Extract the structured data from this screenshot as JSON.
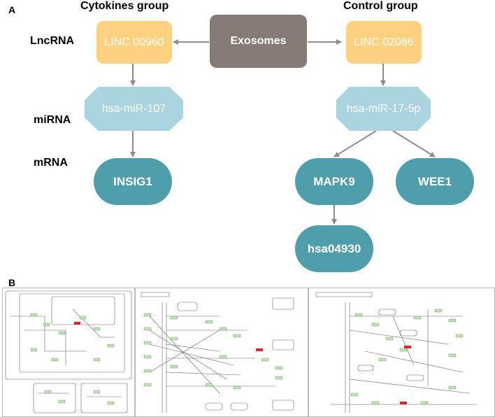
{
  "panel_a": {
    "label": "A",
    "groups": {
      "left": "Cytokines group",
      "right": "Control group"
    },
    "rows": {
      "lncrna": "LncRNA",
      "mirna": "miRNA",
      "mrna": "mRNA"
    },
    "nodes": {
      "exosomes": "Exosomes",
      "linc_left": "LINC 00960",
      "linc_right": "LINC 02086",
      "mir_left": "hsa-miR-107",
      "mir_right": "hsa-miR-17-5p",
      "insig1": "INSIG1",
      "mapk9": "MAPK9",
      "wee1": "WEE1",
      "hsa04930": "hsa04930"
    },
    "colors": {
      "lncrna": "#fdd17f",
      "exosomes": "#857a76",
      "mirna": "#a9d4e0",
      "mrna": "#4f9eab",
      "arrow": "#8c8c8c"
    }
  },
  "panel_b": {
    "label": "B",
    "highlight_color": "#d9262b",
    "gene_box_color": "#bfe3b4"
  }
}
